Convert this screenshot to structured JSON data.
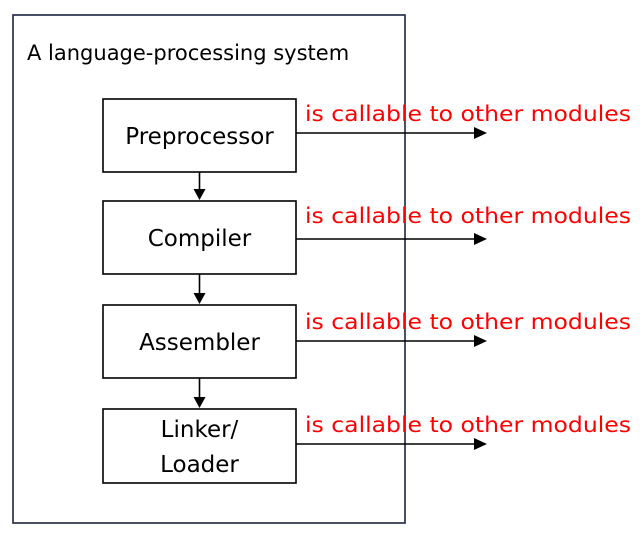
{
  "system": {
    "title": "A language-processing system"
  },
  "stages": [
    {
      "id": "preprocessor",
      "lines": [
        "Preprocessor"
      ],
      "callable": "is callable to other modules"
    },
    {
      "id": "compiler",
      "lines": [
        "Compiler"
      ],
      "callable": "is callable to other modules"
    },
    {
      "id": "assembler",
      "lines": [
        "Assembler"
      ],
      "callable": "is callable to other modules"
    },
    {
      "id": "linker-loader",
      "lines": [
        "Linker/",
        "Loader"
      ],
      "callable": "is callable to other modules"
    }
  ],
  "colors": {
    "frame": "#1c2340",
    "box": "#000000",
    "text": "#000000",
    "callable": "#ff0000"
  }
}
